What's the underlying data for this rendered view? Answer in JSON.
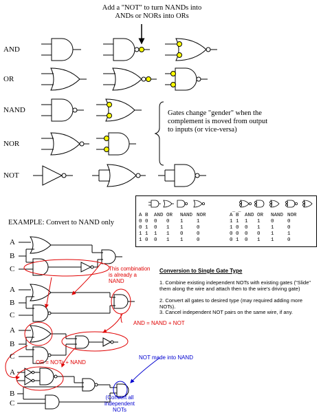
{
  "header_note": "Add a \"NOT\" to turn NANDs into ANDs or NORs into ORs",
  "gate_rows": [
    {
      "label": "AND"
    },
    {
      "label": "OR"
    },
    {
      "label": "NAND"
    },
    {
      "label": "NOR"
    },
    {
      "label": "NOT"
    }
  ],
  "gender_note": "Gates change \"gender\" when the complement is moved from output to inputs (or vice-versa)",
  "truth_table": {
    "left": {
      "headers": [
        "A B",
        "AND",
        "OR",
        "NAND",
        "NOR"
      ],
      "rows": [
        [
          "0 0",
          "0",
          "0",
          "1",
          "1"
        ],
        [
          "0 1",
          "0",
          "1",
          "1",
          "0"
        ],
        [
          "1 1",
          "1",
          "1",
          "0",
          "0"
        ],
        [
          "1 0",
          "0",
          "1",
          "1",
          "0"
        ]
      ]
    },
    "right": {
      "headers": [
        "A B",
        "AND",
        "OR",
        "NAND",
        "NOR"
      ],
      "rows": [
        [
          "1 1",
          "1",
          "1",
          "0",
          "0"
        ],
        [
          "1 0",
          "0",
          "1",
          "1",
          "0"
        ],
        [
          "0 0",
          "0",
          "0",
          "1",
          "1"
        ],
        [
          "0 1",
          "0",
          "1",
          "1",
          "0"
        ]
      ]
    }
  },
  "example": {
    "title": "EXAMPLE:  Convert to NAND only",
    "inputs": [
      "A",
      "B",
      "C"
    ],
    "ann_already_nand": "This combination is already a NAND",
    "ann_and_eq": "AND = NAND + NOT",
    "ann_or_eq": "OR = NOTs + NAND",
    "ann_not_made": "NOT made into NAND",
    "ann_convert_all": "(Convert all independent NOTs likewise)"
  },
  "conversion": {
    "title": "Conversion to Single Gate Type",
    "steps": [
      "1. Combine existing independent NOTs with existing gates (\"Slide\" them along the wire and attach then to the wire's driving gate)",
      "2. Convert all gates to desired type (may required adding more NOTs).",
      "3. Cancel independent NOT pairs on the same wire, if any."
    ]
  },
  "colors": {
    "bubble": "#ffff00",
    "ink": "#000000",
    "red": "#e00000",
    "blue": "#0000d0"
  }
}
